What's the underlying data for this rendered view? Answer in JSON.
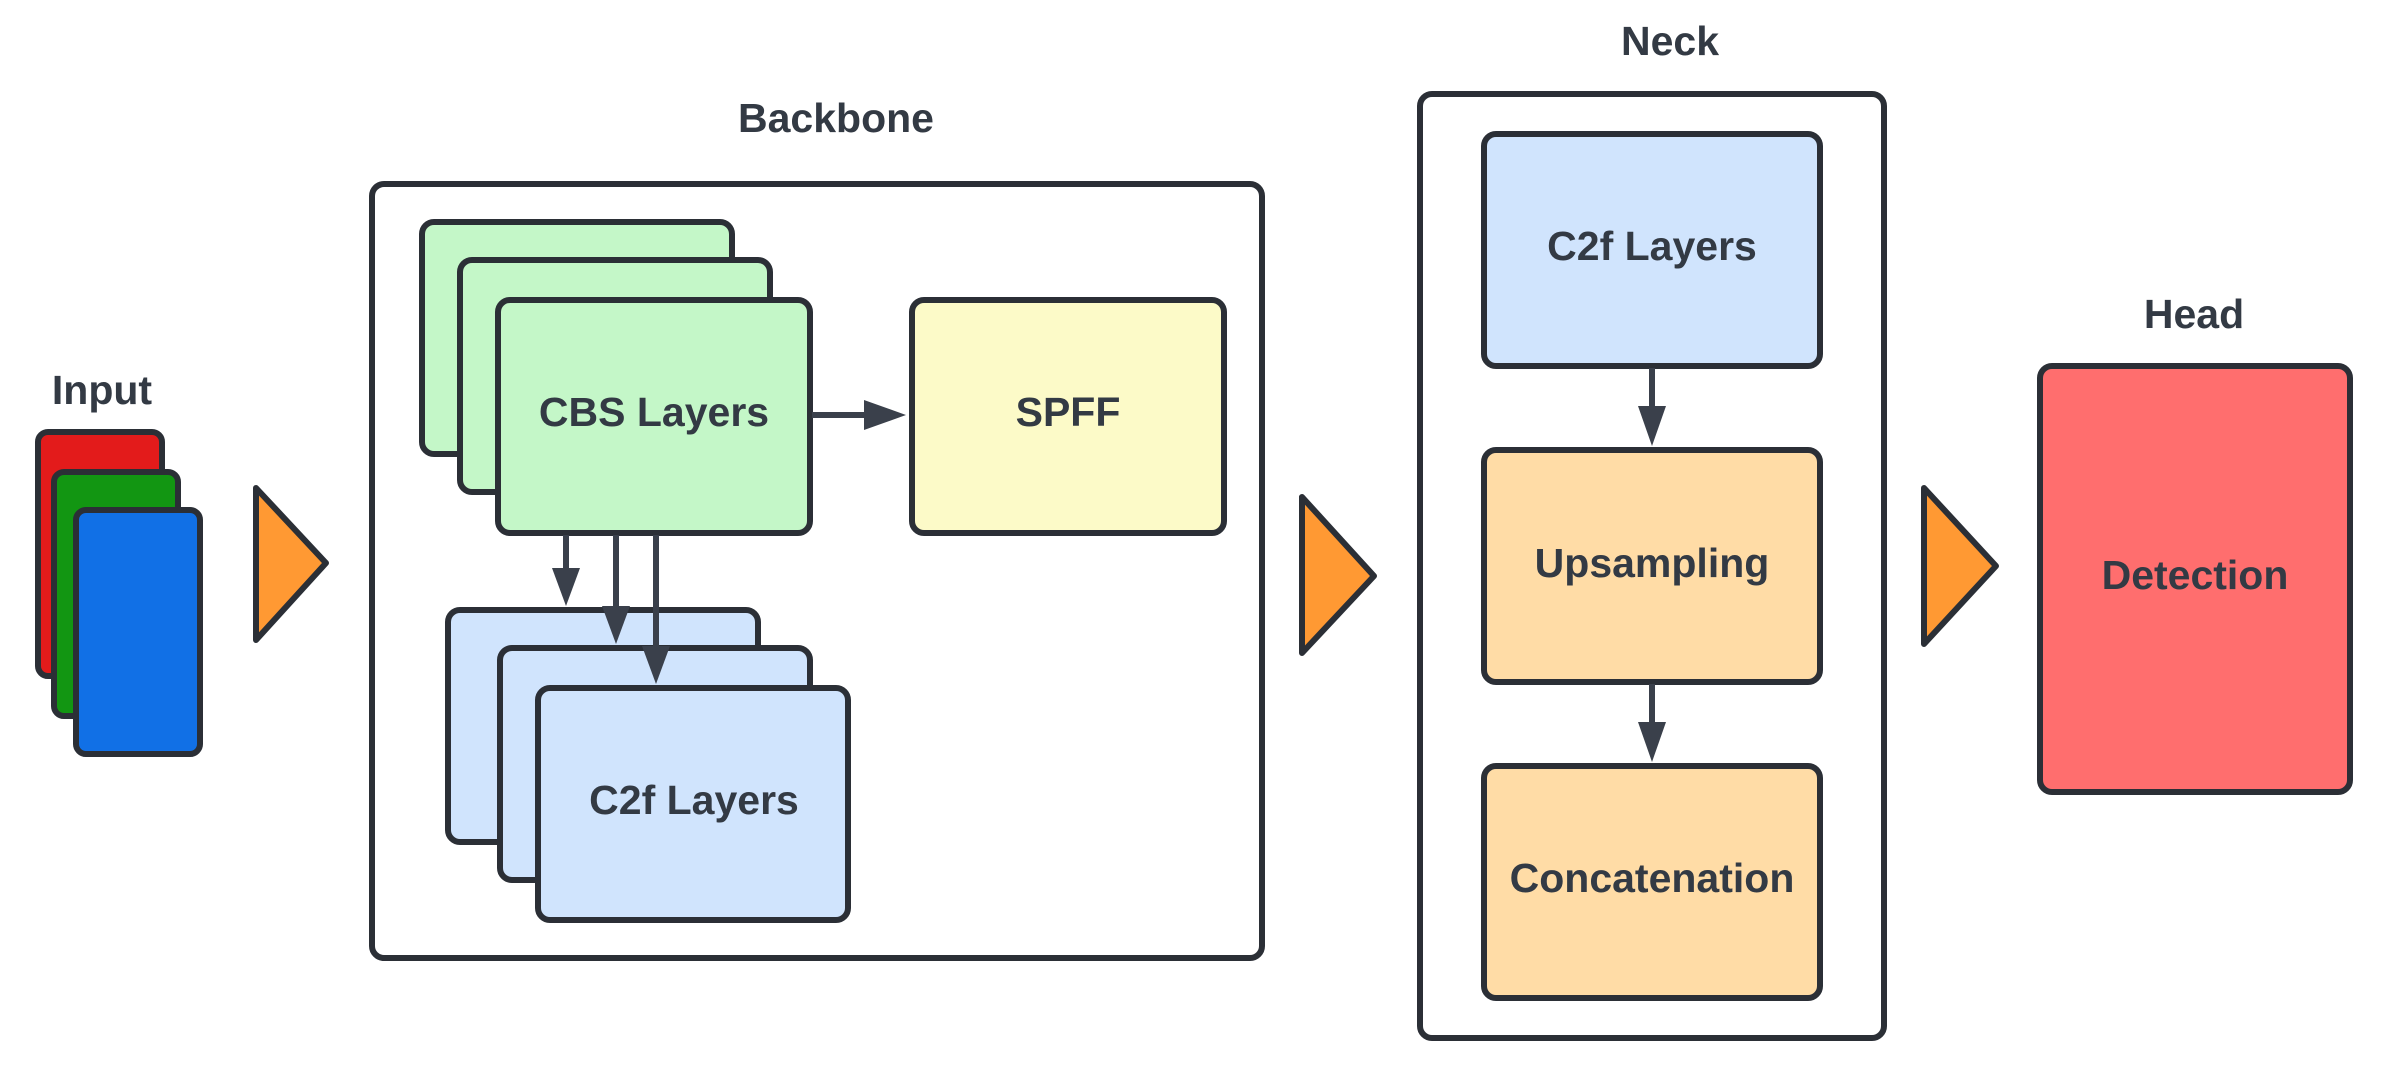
{
  "sections": {
    "input": "Input",
    "backbone": "Backbone",
    "neck": "Neck",
    "head": "Head"
  },
  "backbone": {
    "cbs": "CBS Layers",
    "spff": "SPFF",
    "c2f": "C2f Layers"
  },
  "neck": {
    "c2f": "C2f Layers",
    "upsampling": "Upsampling",
    "concatenation": "Concatenation"
  },
  "head": {
    "detection": "Detection"
  },
  "colors": {
    "input_red": "#e31b1b",
    "input_green": "#129612",
    "input_blue": "#1170e6",
    "flow_arrow": "#ff9933",
    "cbs_fill": "#c4f7c8",
    "spff_fill": "#fcfac8",
    "c2f_fill": "#d0e4fd",
    "neck_op_fill": "#ffdca6",
    "detection_fill": "#ff6e6e"
  }
}
